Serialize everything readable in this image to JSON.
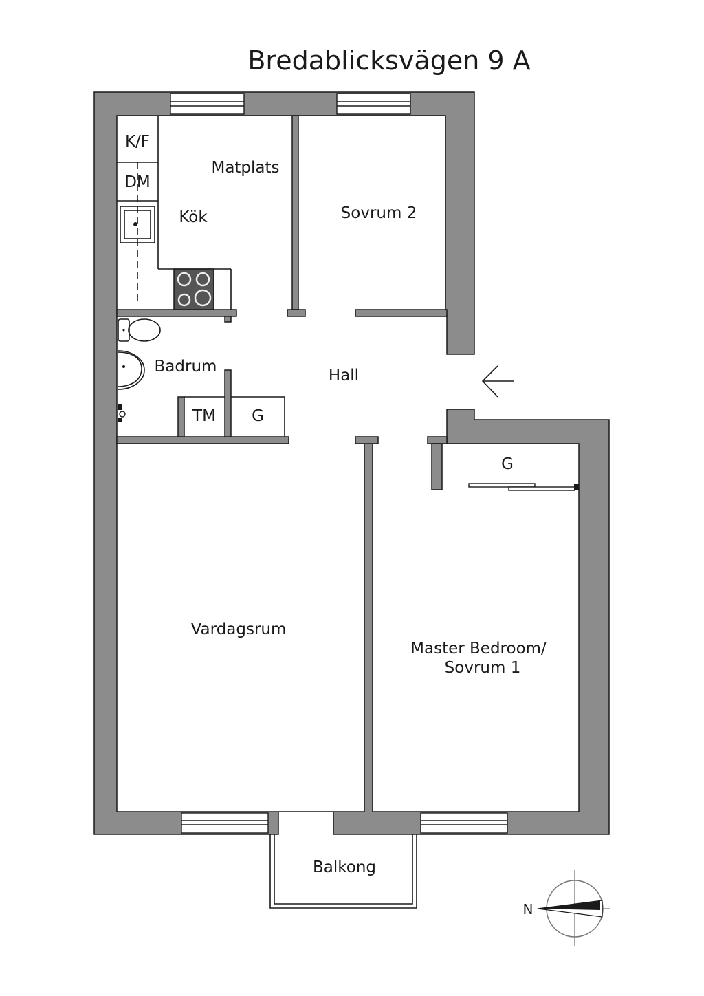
{
  "title": "Bredablicksvägen 9 A",
  "rooms": {
    "kitchen_fridge": "K/F",
    "dishwasher": "DM",
    "dining": "Matplats",
    "kitchen": "Kök",
    "bedroom2": "Sovrum 2",
    "bathroom": "Badrum",
    "hall": "Hall",
    "washer": "TM",
    "closet_hall": "G",
    "closet_bedroom": "G",
    "living_room": "Vardagsrum",
    "master_line1": "Master Bedroom/",
    "master_line2": "Sovrum 1",
    "balcony": "Balkong"
  },
  "compass": {
    "label": "N"
  },
  "colors": {
    "wall": "#8c8c8c",
    "line": "#1a1a1a"
  },
  "icons": [
    "entrance-arrow-icon",
    "compass-icon",
    "sink-icon",
    "stove-icon",
    "toilet-icon",
    "washbasin-icon",
    "faucet-icon"
  ]
}
